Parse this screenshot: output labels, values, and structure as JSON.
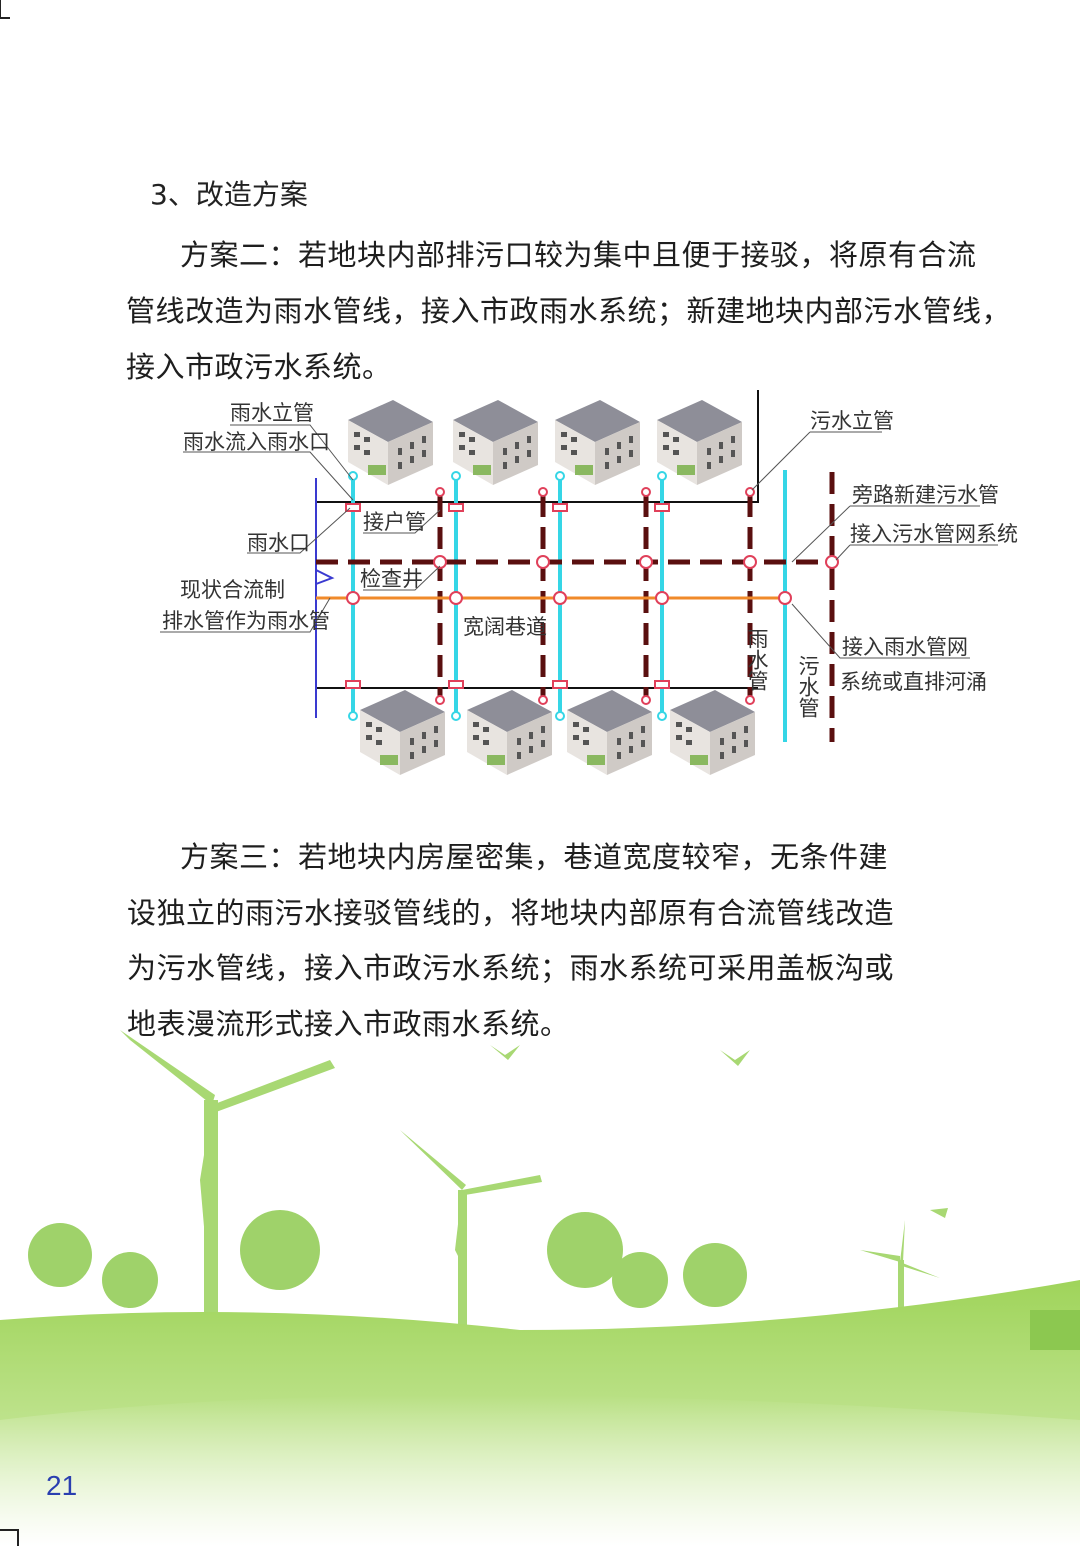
{
  "heading": "3、改造方案",
  "plan2": {
    "lines": [
      "方案二：若地块内部排污口较为集中且便于接驳，将原有合流",
      "管线改造为雨水管线，接入市政雨水系统；新建地块内部污水管线，",
      "接入市政污水系统。"
    ]
  },
  "diagram": {
    "labels": {
      "rain_riser": "雨水立管",
      "rain_into_inlet": "雨水流入雨水口",
      "household_pipe": "接户管",
      "rain_inlet": "雨水口",
      "inspection_well": "检查井",
      "combined_l1": "现状合流制",
      "combined_l2": "排水管作为雨水管",
      "wide_lane": "宽阔巷道",
      "sewage_riser": "污水立管",
      "new_sewage_l1": "旁路新建污水管",
      "new_sewage_l2": "接入污水管网系统",
      "rain_net_l1": "接入雨水管网",
      "rain_net_l2": "系统或直排河涌",
      "rain_pipe": "雨水管",
      "sewage_pipe": "污水管"
    },
    "colors": {
      "rain": "#35d6e6",
      "sewage": "#5a0f0f",
      "combined": "#f08a2a",
      "well": "#e0405a"
    }
  },
  "plan3": {
    "lines": [
      "方案三：若地块内房屋密集，巷道宽度较窄，无条件建",
      "设独立的雨污水接驳管线的，将地块内部原有合流管线改造",
      "为污水管线，接入市政污水系统；雨水系统可采用盖板沟或",
      "地表漫流形式接入市政雨水系统。"
    ]
  },
  "page_number": "21"
}
